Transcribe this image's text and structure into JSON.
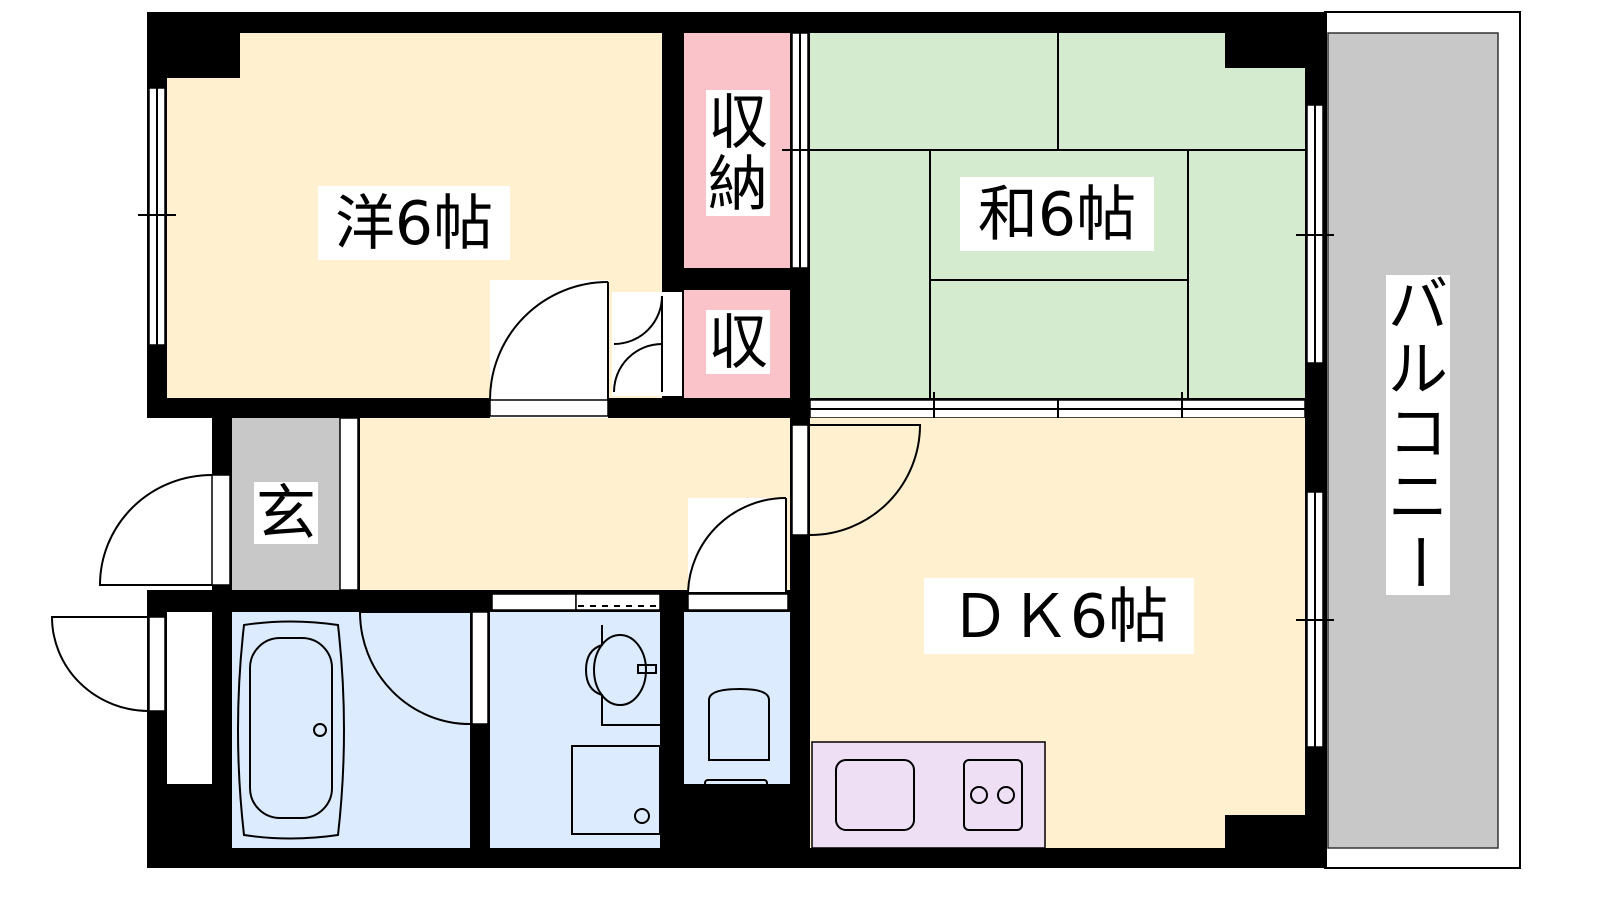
{
  "rooms": {
    "western": {
      "label": "洋6帖"
    },
    "storage_large": {
      "label_1": "収",
      "label_2": "納"
    },
    "storage_small": {
      "label": "収"
    },
    "japanese": {
      "label": "和6帖"
    },
    "entrance": {
      "label": "玄"
    },
    "dining_kitchen": {
      "label": "ＤＫ6帖"
    },
    "balcony": {
      "label_chars": [
        "バ",
        "ル",
        "コ",
        "ニ",
        "ー"
      ]
    }
  },
  "colors": {
    "western": "#fff1d0",
    "japanese": "#d4ebcf",
    "storage": "#f9c3c9",
    "wet_area": "#dcebfd",
    "entrance": "#c8c8c8",
    "kitchen": "#eedff5",
    "balcony": "#c8c8c8"
  }
}
